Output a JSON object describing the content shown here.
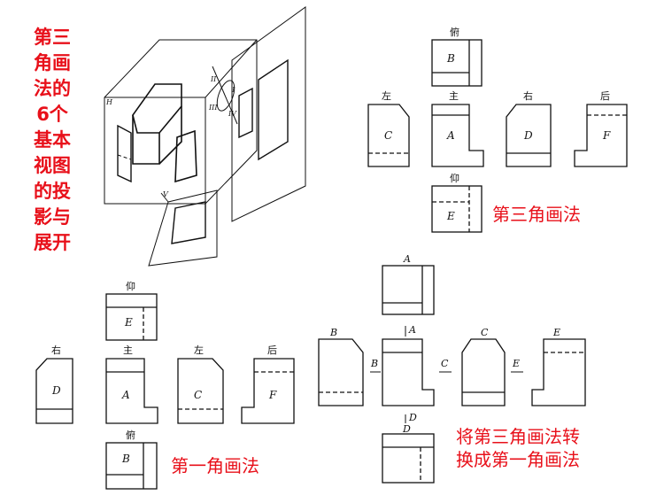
{
  "title": {
    "lines": [
      "第三",
      "角画",
      "法的",
      "6个",
      "基本",
      "视图",
      "的投",
      "影与",
      "展开"
    ]
  },
  "third_angle": {
    "caption": "第三角画法",
    "tags": {
      "top": "俯",
      "left": "左",
      "front": "主",
      "right": "右",
      "back": "后",
      "bottom": "仰"
    },
    "letters": {
      "B": "B",
      "C": "C",
      "A": "A",
      "D": "D",
      "F": "F",
      "E": "E"
    }
  },
  "first_angle": {
    "caption": "第一角画法",
    "tags": {
      "top": "仰",
      "right": "右",
      "front": "主",
      "left": "左",
      "back": "后",
      "bottom": "俯"
    },
    "letters": {
      "E": "E",
      "D": "D",
      "A": "A",
      "C": "C",
      "F": "F",
      "B": "B"
    }
  },
  "conversion": {
    "caption_line1": "将第三角画法转",
    "caption_line2": "换成第一角画法",
    "labels": {
      "A_top": "A",
      "B": "B",
      "C": "C",
      "E": "E",
      "D_bottom": "D",
      "arrow_A": "A",
      "arrow_B": "B",
      "arrow_C": "C",
      "arrow_E": "E",
      "arrow_D": "D"
    }
  },
  "box_labels": {
    "I": "I",
    "II": "II",
    "III": "III",
    "IV": "IV",
    "V": "V",
    "H": "H"
  },
  "colors": {
    "accent": "#e8101a",
    "ink": "#111111"
  }
}
